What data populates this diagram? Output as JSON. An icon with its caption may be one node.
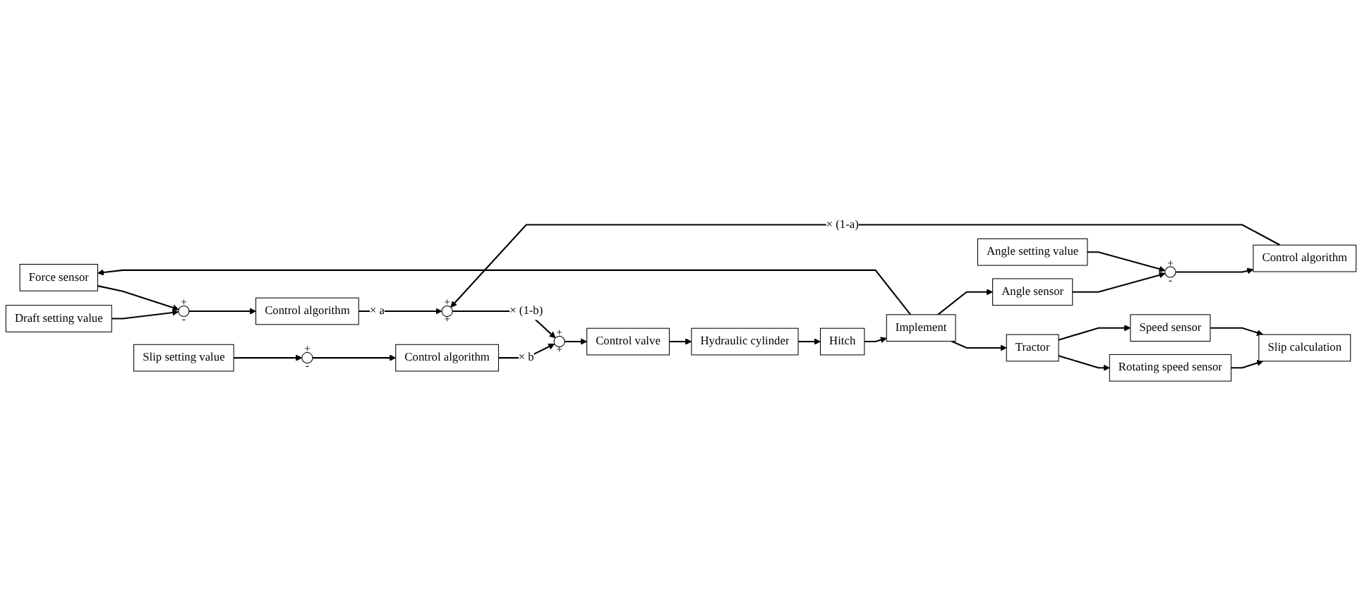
{
  "diagram": {
    "nodes": [
      {
        "text": [
          "Angle sensor"
        ]
      },
      {
        "text": [
          "Rotating speed sensor"
        ]
      },
      {
        "text": [
          "Slip calculation"
        ]
      },
      {
        "text": [
          "Speed sensor"
        ]
      },
      {
        "text": [
          "Slip setting value"
        ]
      },
      {
        "text": [
          "+",
          "-"
        ]
      },
      {
        "text": [
          "Control algorithm"
        ]
      },
      {
        "text": [
          "Tractor"
        ]
      },
      {
        "text": [
          "Angle setting value"
        ]
      },
      {
        "text": [
          "+",
          "-"
        ]
      },
      {
        "text": [
          "Control algorithm"
        ]
      },
      {
        "text": [
          "Draft setting value"
        ]
      },
      {
        "text": [
          "+",
          "-"
        ]
      },
      {
        "text": [
          "Control algorithm"
        ]
      },
      {
        "text": [
          "+",
          "+"
        ]
      },
      {
        "text": [
          "+",
          "+"
        ]
      },
      {
        "text": [
          "Control valve"
        ]
      },
      {
        "text": [
          "Hydraulic cylinder"
        ]
      },
      {
        "text": [
          "Hitch"
        ]
      },
      {
        "text": [
          "Implement"
        ]
      },
      {
        "text": [
          "Force sensor"
        ]
      }
    ],
    "edges": [
      {
        "from": 19,
        "to": 0,
        "arrow": "to"
      },
      {
        "from": 7,
        "to": 1,
        "arrow": "to"
      },
      {
        "from": 7,
        "to": 3,
        "arrow": "to"
      },
      {
        "from": 1,
        "to": 2,
        "arrow": "to"
      },
      {
        "from": 3,
        "to": 2,
        "arrow": "to"
      },
      {
        "from": 4,
        "to": 5,
        "arrow": "to"
      },
      {
        "from": 5,
        "to": 6,
        "arrow": "to"
      },
      {
        "from": 0,
        "to": 9,
        "arrow": "to"
      },
      {
        "from": 8,
        "to": 9,
        "arrow": "to"
      },
      {
        "from": 9,
        "to": 10,
        "arrow": "to"
      },
      {
        "from": 10,
        "to": 14,
        "arrow": "to",
        "label": "× (1-a)"
      },
      {
        "from": 11,
        "to": 12,
        "arrow": "to"
      },
      {
        "from": 12,
        "to": 13,
        "arrow": "to"
      },
      {
        "from": 13,
        "to": 14,
        "arrow": "to",
        "label": "× a"
      },
      {
        "from": 6,
        "to": 15,
        "arrow": "to",
        "label": "× b"
      },
      {
        "from": 14,
        "to": 15,
        "arrow": "to",
        "label": "× (1-b)"
      },
      {
        "from": 15,
        "to": 16,
        "arrow": "to"
      },
      {
        "from": 16,
        "to": 17,
        "arrow": "to"
      },
      {
        "from": 17,
        "to": 18,
        "arrow": "to"
      },
      {
        "from": 18,
        "to": 19,
        "arrow": "to"
      },
      {
        "from": 19,
        "to": 7,
        "arrow": "to"
      },
      {
        "from": 19,
        "to": 20,
        "arrow": "to"
      },
      {
        "from": 20,
        "to": 12,
        "arrow": "to"
      }
    ]
  }
}
